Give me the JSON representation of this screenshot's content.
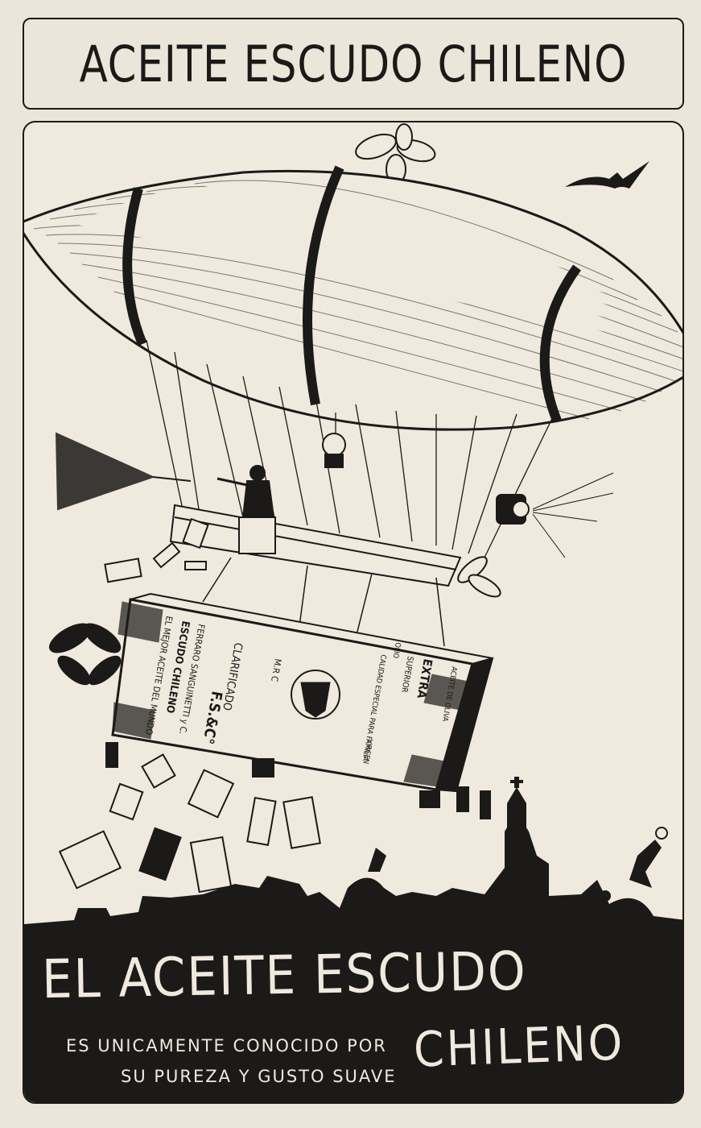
{
  "header": {
    "title": "ACEITE ESCUDO CHILENO"
  },
  "crate": {
    "line1": "EL MEJOR ACEITE DEL MUNDO",
    "line2": "ESCUDO CHILENO",
    "line3": "FERRARO SANGUINETTI y C.",
    "clarificado": "CLARIFICADO",
    "maker": "F.S.&C°",
    "monogram": "M.R C",
    "extra": "EXTRA",
    "superior": "SUPERIOR",
    "calidad": "CALIDAD ESPECIAL PARA FAMILIA",
    "oliva": "ACEITE DE OLIVA",
    "olio": "OLIO",
    "virgen": "VIRGEN"
  },
  "banner": {
    "headline": "EL ACEITE ESCUDO",
    "headline_line2": "CHILENO",
    "tagline_line1": "ES UNICAMENTE CONOCIDO POR",
    "tagline_line2": "SU PUREZA Y GUSTO SUAVE"
  },
  "colors": {
    "ink": "#1c1a18",
    "paper": "#ece6da"
  }
}
